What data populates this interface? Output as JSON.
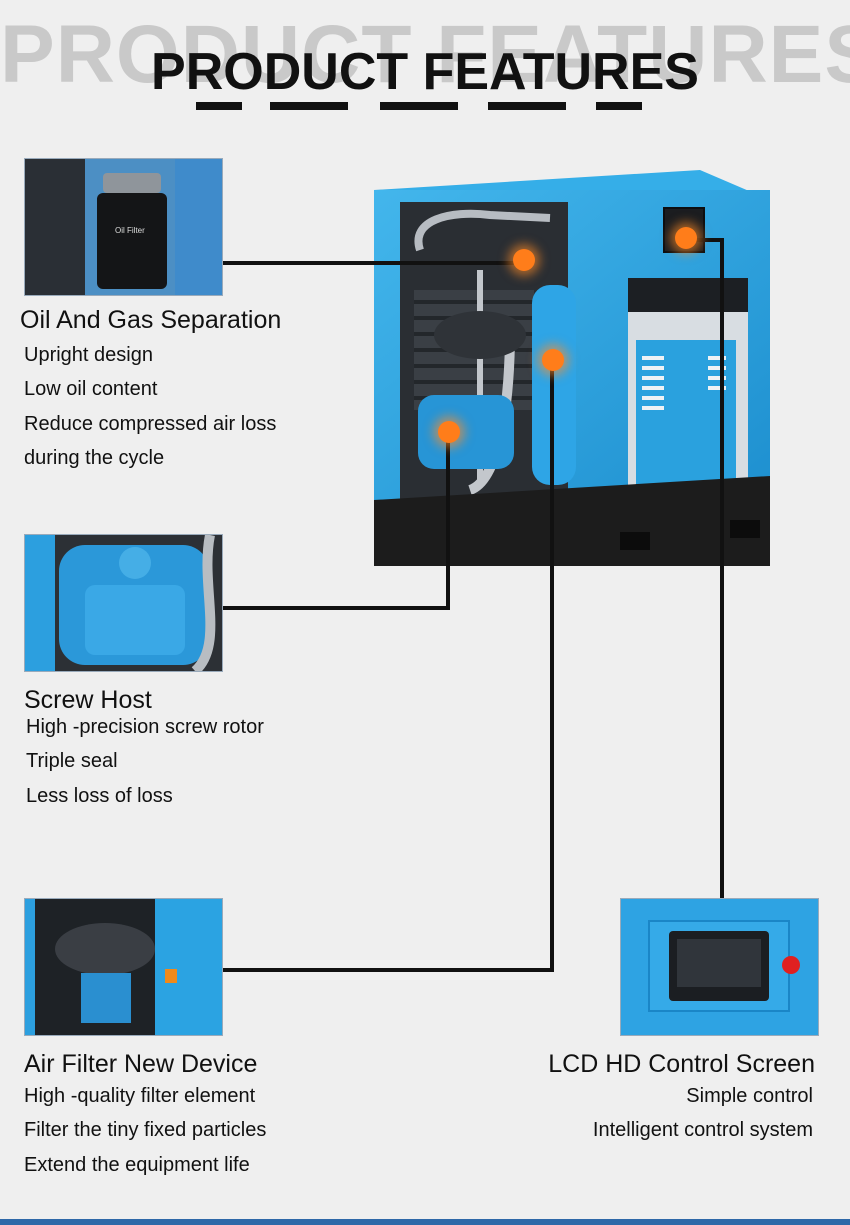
{
  "header": {
    "background_text": "PRODUCT FEATURES",
    "title": "PRODUCT FEATURES"
  },
  "features": [
    {
      "heading": "Oil And Gas Separation",
      "lines": [
        "Upright design",
        "Low oil content",
        "Reduce compressed air loss",
        "during the cycle"
      ],
      "photo_label": "Oil Filter"
    },
    {
      "heading": "Screw Host",
      "lines": [
        "High -precision screw rotor",
        "Triple seal",
        "Less loss of loss"
      ]
    },
    {
      "heading": "Air Filter New Device",
      "lines": [
        "High -quality filter element",
        "Filter the tiny fixed particles",
        "Extend the equipment life"
      ]
    },
    {
      "heading": "LCD HD Control Screen",
      "lines": [
        "Simple control",
        "Intelligent control system"
      ]
    }
  ],
  "colors": {
    "machine_blue": "#2aa3e0",
    "machine_dark": "#1c1c1c",
    "highlight_orange": "#ff7d1a",
    "background": "#efefef",
    "text": "#111111"
  }
}
